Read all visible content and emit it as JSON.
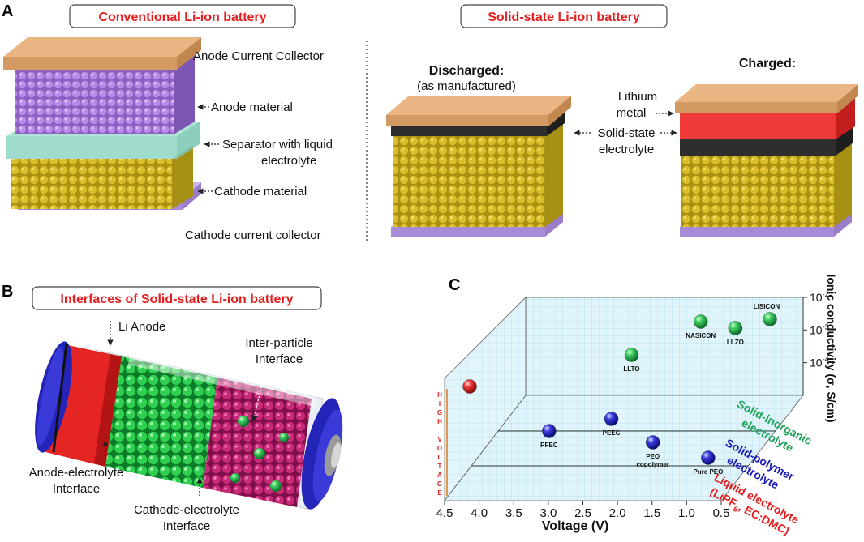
{
  "panel_a": {
    "letter": "A",
    "conventional": {
      "title": "Conventional Li-ion battery",
      "labels": {
        "anode_cc": "Anode Current Collector",
        "anode_material": "Anode material",
        "separator_1": "Separator with liquid",
        "separator_2": "electrolyte",
        "cathode_material": "Cathode material",
        "cathode_cc": "Cathode current collector"
      }
    },
    "solid_state": {
      "title": "Solid-state Li-ion battery",
      "discharged_title": "Discharged:",
      "discharged_sub": "(as manufactured)",
      "charged_title": "Charged:",
      "lithium_1": "Lithium",
      "lithium_2": "metal",
      "sse_1": "Solid-state",
      "sse_2": "electrolyte"
    }
  },
  "panel_b": {
    "letter": "B",
    "title": "Interfaces of Solid-state Li-ion battery",
    "labels": {
      "li_anode": "Li  Anode",
      "inter_1": "Inter-particle",
      "inter_2": "Interface",
      "anode_el_1": "Anode-electrolyte",
      "anode_el_2": "Interface",
      "cathode_el_1": "Cathode-electrolyte",
      "cathode_el_2": "Interface"
    }
  },
  "panel_c": {
    "letter": "C",
    "high_voltage": "HIGH VOLTAGE",
    "legend": {
      "inorganic_1": "Solid-inorganic",
      "inorganic_2": "electrolyte",
      "polymer_1": "Solid-polymer",
      "polymer_2": "electrolyte",
      "liquid_1": "Liquid electrolyte",
      "liquid_2": "(LiPF",
      "liquid_sub": "6",
      "liquid_3": ", EC:DMC)"
    },
    "colors": {
      "inorganic": "#1fa35a",
      "polymer": "#1a1ab8",
      "liquid": "#e8221e"
    }
  },
  "chart_data": {
    "type": "scatter",
    "title": "",
    "xlabel": "Voltage (V)",
    "ylabel": "Ionic conductivity (σ, S/cm)",
    "x_ticks": [
      "4.5",
      "4.0",
      "3.5",
      "3.0",
      "2.5",
      "2.0",
      "1.5",
      "1.0",
      "0.5"
    ],
    "z_ticks": [
      "10",
      "10",
      "10"
    ],
    "z_tick_exps": [
      "-2",
      "-3",
      "-4"
    ],
    "z_axis_scale": "log",
    "depth_categories": [
      "Solid-inorganic electrolyte",
      "Solid-polymer electrolyte",
      "Liquid electrolyte (LiPF6, EC:DMC)"
    ],
    "series": [
      {
        "name": "Solid-inorganic electrolyte",
        "points": [
          {
            "label": "LLTO",
            "voltage": 2.5
          },
          {
            "label": "NASICON",
            "voltage": 1.5
          },
          {
            "label": "LLZO",
            "voltage": 1.0
          },
          {
            "label": "LISICON",
            "voltage": 0.5
          }
        ]
      },
      {
        "name": "Solid-polymer electrolyte",
        "points": [
          {
            "label": "PFEC",
            "voltage": 3.2
          },
          {
            "label": "PEEC",
            "voltage": 2.3
          },
          {
            "label": "PEO copolymer",
            "label_lines": [
              "PEO",
              "copolymer"
            ],
            "voltage": 1.7
          },
          {
            "label": "Pure PEO",
            "voltage": 0.9
          }
        ]
      },
      {
        "name": "Liquid electrolyte (LiPF6, EC:DMC)",
        "points": [
          {
            "label": "",
            "voltage": 4.2
          }
        ]
      }
    ]
  }
}
